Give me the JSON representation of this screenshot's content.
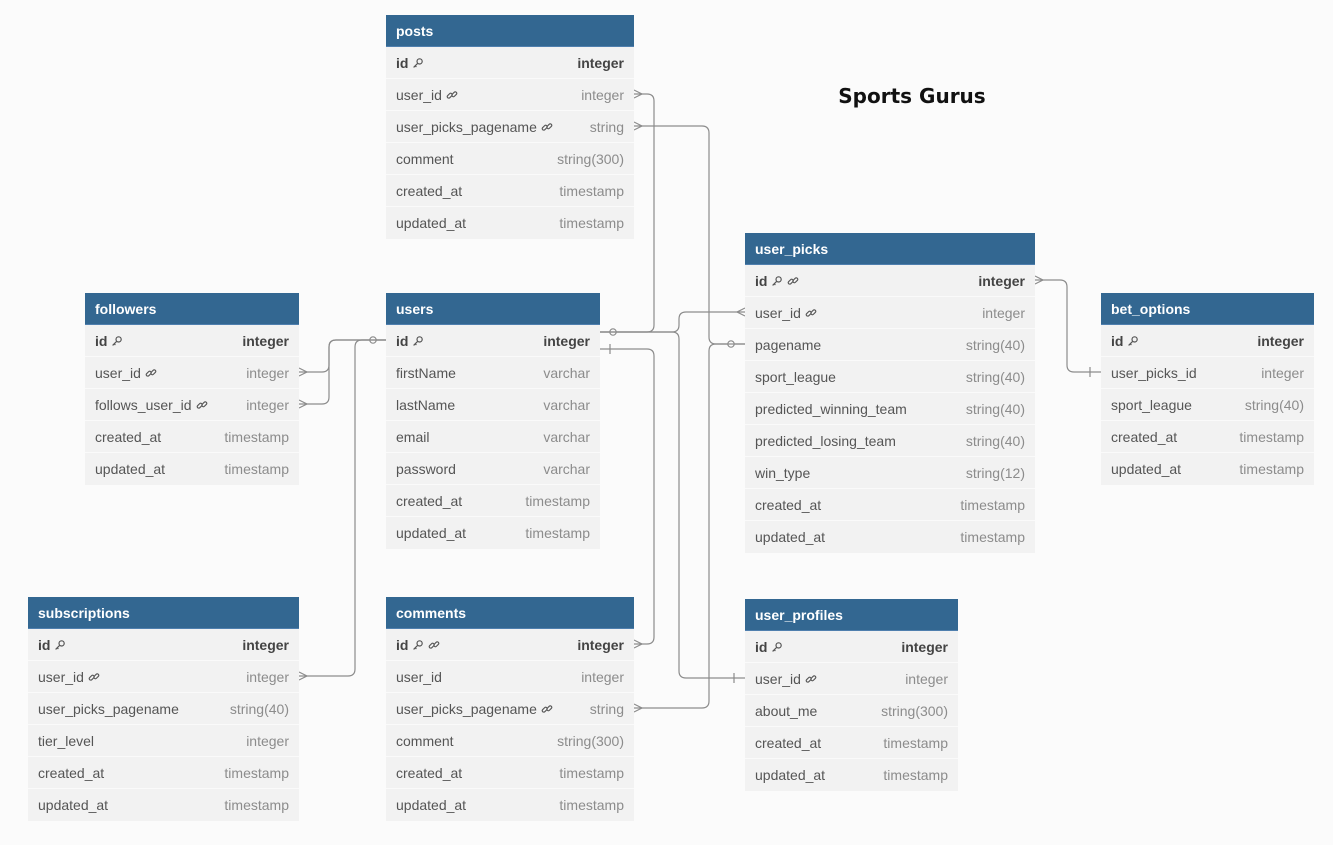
{
  "title": "Sports Gurus",
  "colors": {
    "header": "#336791",
    "row": "#f2f2f2",
    "line": "#8c8c8c"
  },
  "tables": {
    "posts": {
      "name": "posts",
      "fields": [
        {
          "name": "id",
          "type": "integer",
          "icons": [
            "key-icon"
          ],
          "pk": true
        },
        {
          "name": "user_id",
          "type": "integer",
          "icons": [
            "link-icon"
          ]
        },
        {
          "name": "user_picks_pagename",
          "type": "string",
          "icons": [
            "link-icon"
          ]
        },
        {
          "name": "comment",
          "type": "string(300)",
          "icons": []
        },
        {
          "name": "created_at",
          "type": "timestamp",
          "icons": []
        },
        {
          "name": "updated_at",
          "type": "timestamp",
          "icons": []
        }
      ]
    },
    "followers": {
      "name": "followers",
      "fields": [
        {
          "name": "id",
          "type": "integer",
          "icons": [
            "key-icon"
          ],
          "pk": true
        },
        {
          "name": "user_id",
          "type": "integer",
          "icons": [
            "link-icon"
          ]
        },
        {
          "name": "follows_user_id",
          "type": "integer",
          "icons": [
            "link-icon"
          ]
        },
        {
          "name": "created_at",
          "type": "timestamp",
          "icons": []
        },
        {
          "name": "updated_at",
          "type": "timestamp",
          "icons": []
        }
      ]
    },
    "users": {
      "name": "users",
      "fields": [
        {
          "name": "id",
          "type": "integer",
          "icons": [
            "key-icon"
          ],
          "pk": true
        },
        {
          "name": "firstName",
          "type": "varchar",
          "icons": []
        },
        {
          "name": "lastName",
          "type": "varchar",
          "icons": []
        },
        {
          "name": "email",
          "type": "varchar",
          "icons": []
        },
        {
          "name": "password",
          "type": "varchar",
          "icons": []
        },
        {
          "name": "created_at",
          "type": "timestamp",
          "icons": []
        },
        {
          "name": "updated_at",
          "type": "timestamp",
          "icons": []
        }
      ]
    },
    "user_picks": {
      "name": "user_picks",
      "fields": [
        {
          "name": "id",
          "type": "integer",
          "icons": [
            "key-icon",
            "link-icon"
          ],
          "pk": true
        },
        {
          "name": "user_id",
          "type": "integer",
          "icons": [
            "link-icon"
          ]
        },
        {
          "name": "pagename",
          "type": "string(40)",
          "icons": []
        },
        {
          "name": "sport_league",
          "type": "string(40)",
          "icons": []
        },
        {
          "name": "predicted_winning_team",
          "type": "string(40)",
          "icons": []
        },
        {
          "name": "predicted_losing_team",
          "type": "string(40)",
          "icons": []
        },
        {
          "name": "win_type",
          "type": "string(12)",
          "icons": []
        },
        {
          "name": "created_at",
          "type": "timestamp",
          "icons": []
        },
        {
          "name": "updated_at",
          "type": "timestamp",
          "icons": []
        }
      ]
    },
    "bet_options": {
      "name": "bet_options",
      "fields": [
        {
          "name": "id",
          "type": "integer",
          "icons": [
            "key-icon"
          ],
          "pk": true
        },
        {
          "name": "user_picks_id",
          "type": "integer",
          "icons": []
        },
        {
          "name": "sport_league",
          "type": "string(40)",
          "icons": []
        },
        {
          "name": "created_at",
          "type": "timestamp",
          "icons": []
        },
        {
          "name": "updated_at",
          "type": "timestamp",
          "icons": []
        }
      ]
    },
    "subscriptions": {
      "name": "subscriptions",
      "fields": [
        {
          "name": "id",
          "type": "integer",
          "icons": [
            "key-icon"
          ],
          "pk": true
        },
        {
          "name": "user_id",
          "type": "integer",
          "icons": [
            "link-icon"
          ]
        },
        {
          "name": "user_picks_pagename",
          "type": "string(40)",
          "icons": []
        },
        {
          "name": "tier_level",
          "type": "integer",
          "icons": []
        },
        {
          "name": "created_at",
          "type": "timestamp",
          "icons": []
        },
        {
          "name": "updated_at",
          "type": "timestamp",
          "icons": []
        }
      ]
    },
    "comments": {
      "name": "comments",
      "fields": [
        {
          "name": "id",
          "type": "integer",
          "icons": [
            "key-icon",
            "link-icon"
          ],
          "pk": true
        },
        {
          "name": "user_id",
          "type": "integer",
          "icons": []
        },
        {
          "name": "user_picks_pagename",
          "type": "string",
          "icons": [
            "link-icon"
          ]
        },
        {
          "name": "comment",
          "type": "string(300)",
          "icons": []
        },
        {
          "name": "created_at",
          "type": "timestamp",
          "icons": []
        },
        {
          "name": "updated_at",
          "type": "timestamp",
          "icons": []
        }
      ]
    },
    "user_profiles": {
      "name": "user_profiles",
      "fields": [
        {
          "name": "id",
          "type": "integer",
          "icons": [
            "key-icon"
          ],
          "pk": true
        },
        {
          "name": "user_id",
          "type": "integer",
          "icons": [
            "link-icon"
          ]
        },
        {
          "name": "about_me",
          "type": "string(300)",
          "icons": []
        },
        {
          "name": "created_at",
          "type": "timestamp",
          "icons": []
        },
        {
          "name": "updated_at",
          "type": "timestamp",
          "icons": []
        }
      ]
    }
  }
}
